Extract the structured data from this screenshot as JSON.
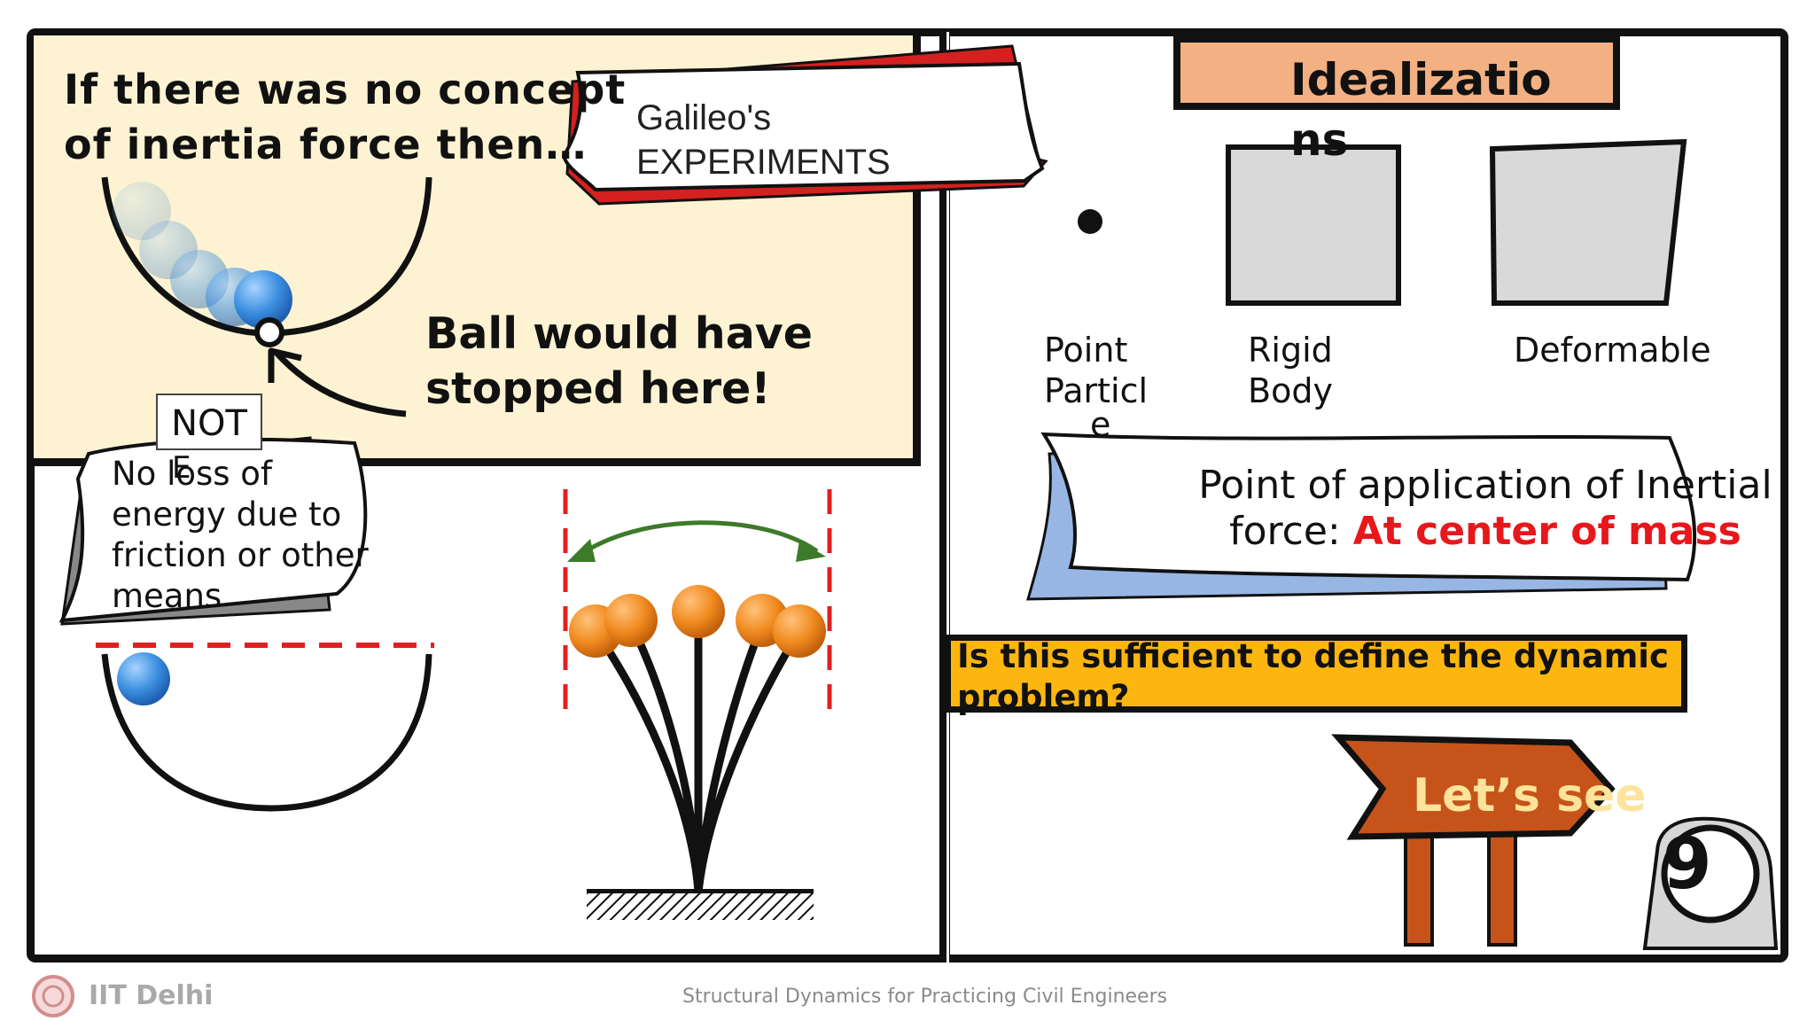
{
  "left_top": {
    "heading": [
      "If there was no concept",
      "of inertia force then…"
    ],
    "callout": [
      "Ball would have",
      "stopped here!"
    ],
    "banner": [
      "Galileo's",
      "EXPERIMENTS"
    ]
  },
  "left_bottom": {
    "tag": "NOT",
    "tag_overflow": "E",
    "note": [
      "No loss of",
      "energy due to",
      "friction or other",
      "means"
    ]
  },
  "right": {
    "title": [
      "Idealizatio",
      "ns"
    ],
    "models": [
      {
        "label": [
          "Point",
          "Particl",
          "e"
        ]
      },
      {
        "label": [
          "Rigid",
          "Body"
        ]
      },
      {
        "label": [
          "Deformable"
        ]
      }
    ],
    "inertial_note": {
      "line1": "Point of application of Inertial",
      "line2_prefix": "force: ",
      "line2_highlight": "At center of mass"
    },
    "question": [
      "Is this sufficient to define the dynamic",
      "problem?"
    ],
    "signpost": "Let’s see",
    "page_number": "9"
  },
  "footer": {
    "institute": "IIT Delhi",
    "course": "Structural Dynamics for Practicing Civil Engineers"
  },
  "colors": {
    "panel_yellow": "#fdf3d3",
    "idealization_box": "#f2b083",
    "question_bar": "#fdb60f",
    "highlight_red": "#e8171b",
    "ball_blue": "#3b8fe0",
    "ball_orange": "#f08a1f",
    "sign_brown": "#c6541a"
  }
}
